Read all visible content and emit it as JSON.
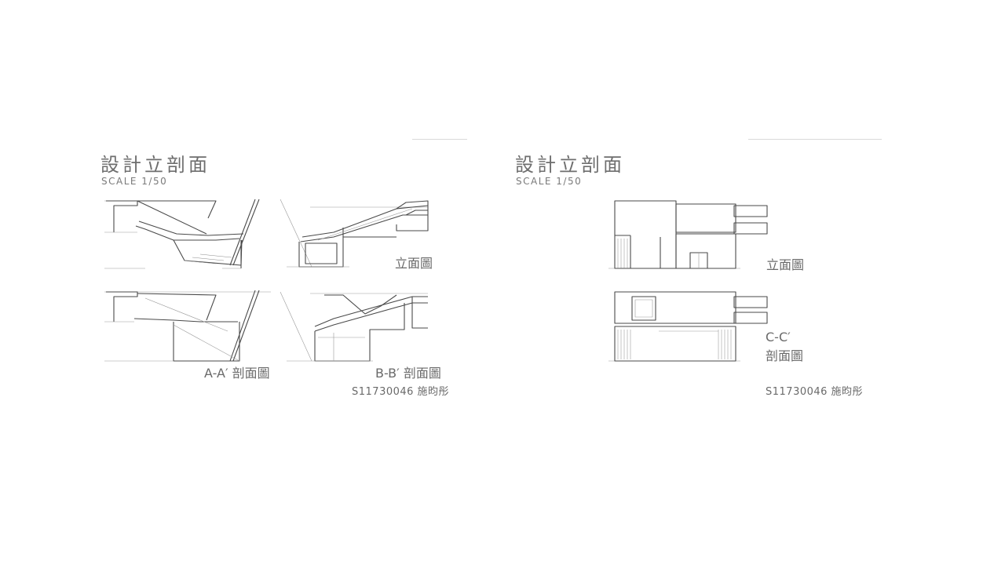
{
  "left_sheet": {
    "title": "設計立剖面",
    "scale": "SCALE 1/50",
    "label_elevation": "立面圖",
    "label_section_a": "A-A′ 剖面圖",
    "label_section_b": "B-B′ 剖面圖",
    "author": "S11730046 施昀彤"
  },
  "right_sheet": {
    "title": "設計立剖面",
    "scale": "SCALE 1/50",
    "label_elevation": "立面圖",
    "label_section_c_code": "C-C′",
    "label_section_c_text": "剖面圖",
    "author": "S11730046 施昀彤"
  }
}
